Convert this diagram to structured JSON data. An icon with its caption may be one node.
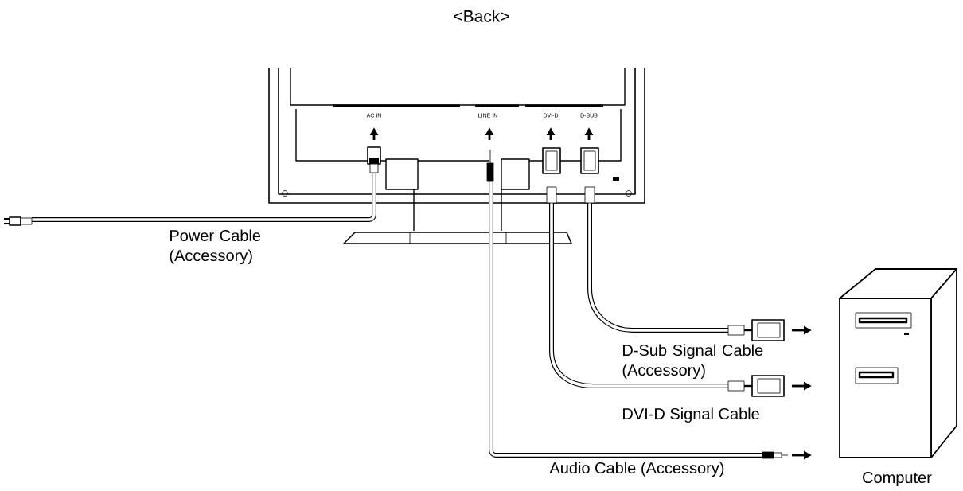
{
  "diagram": {
    "title": "<Back>",
    "nodes": [
      {
        "text": [
          "Computer"
        ]
      }
    ],
    "labels": [
      "AC IN",
      "LINE IN",
      "DVI-D",
      "D-SUB",
      "Power Cable (Accessory)",
      "D-Sub Signal Cable (Accessory)",
      "DVI-D Signal Cable",
      "Audio Cable (Accessory)"
    ]
  }
}
